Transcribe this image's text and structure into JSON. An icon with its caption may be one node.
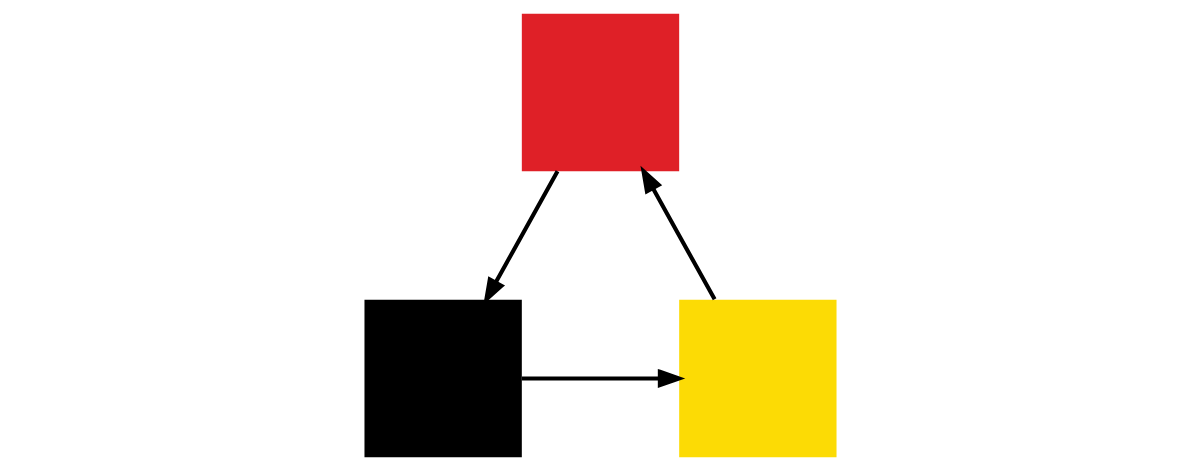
{
  "diagram": {
    "nodes": [
      {
        "text": [],
        "shape": "box"
      },
      {
        "text": [],
        "shape": "box"
      },
      {
        "text": [],
        "shape": "box"
      }
    ],
    "edges": [
      {
        "from": 1,
        "to": 0,
        "arrow": "to"
      },
      {
        "from": 0,
        "to": 2,
        "arrow": "to"
      },
      {
        "from": 2,
        "to": 1,
        "arrow": "to"
      }
    ]
  }
}
